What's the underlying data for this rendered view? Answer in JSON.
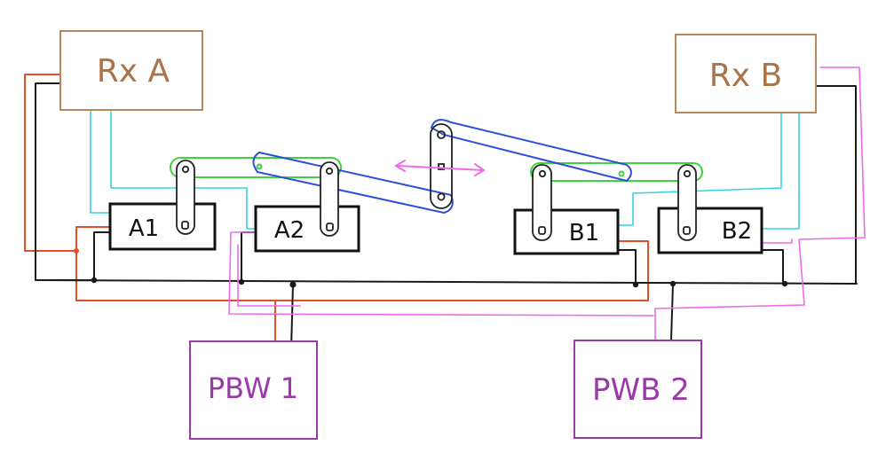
{
  "boxes": {
    "rx_a": "Rx A",
    "rx_b": "Rx B",
    "a1": "A1",
    "a2": "A2",
    "b1": "B1",
    "b2": "B2",
    "pbw1": "PBW 1",
    "pwb2": "PWB 2"
  },
  "colors": {
    "rx_box": "#b5875a",
    "rx_text": "#a8744a",
    "servo_box": "#111111",
    "power_box": "#9a3aa8",
    "power_text": "#9a3aa8",
    "wire_red": "#e2502a",
    "wire_black": "#1a1a1a",
    "wire_cyan": "#34d4e0",
    "wire_pink": "#ee6ae8",
    "link_green": "#3ed23e",
    "link_blue": "#2b4fd8"
  }
}
